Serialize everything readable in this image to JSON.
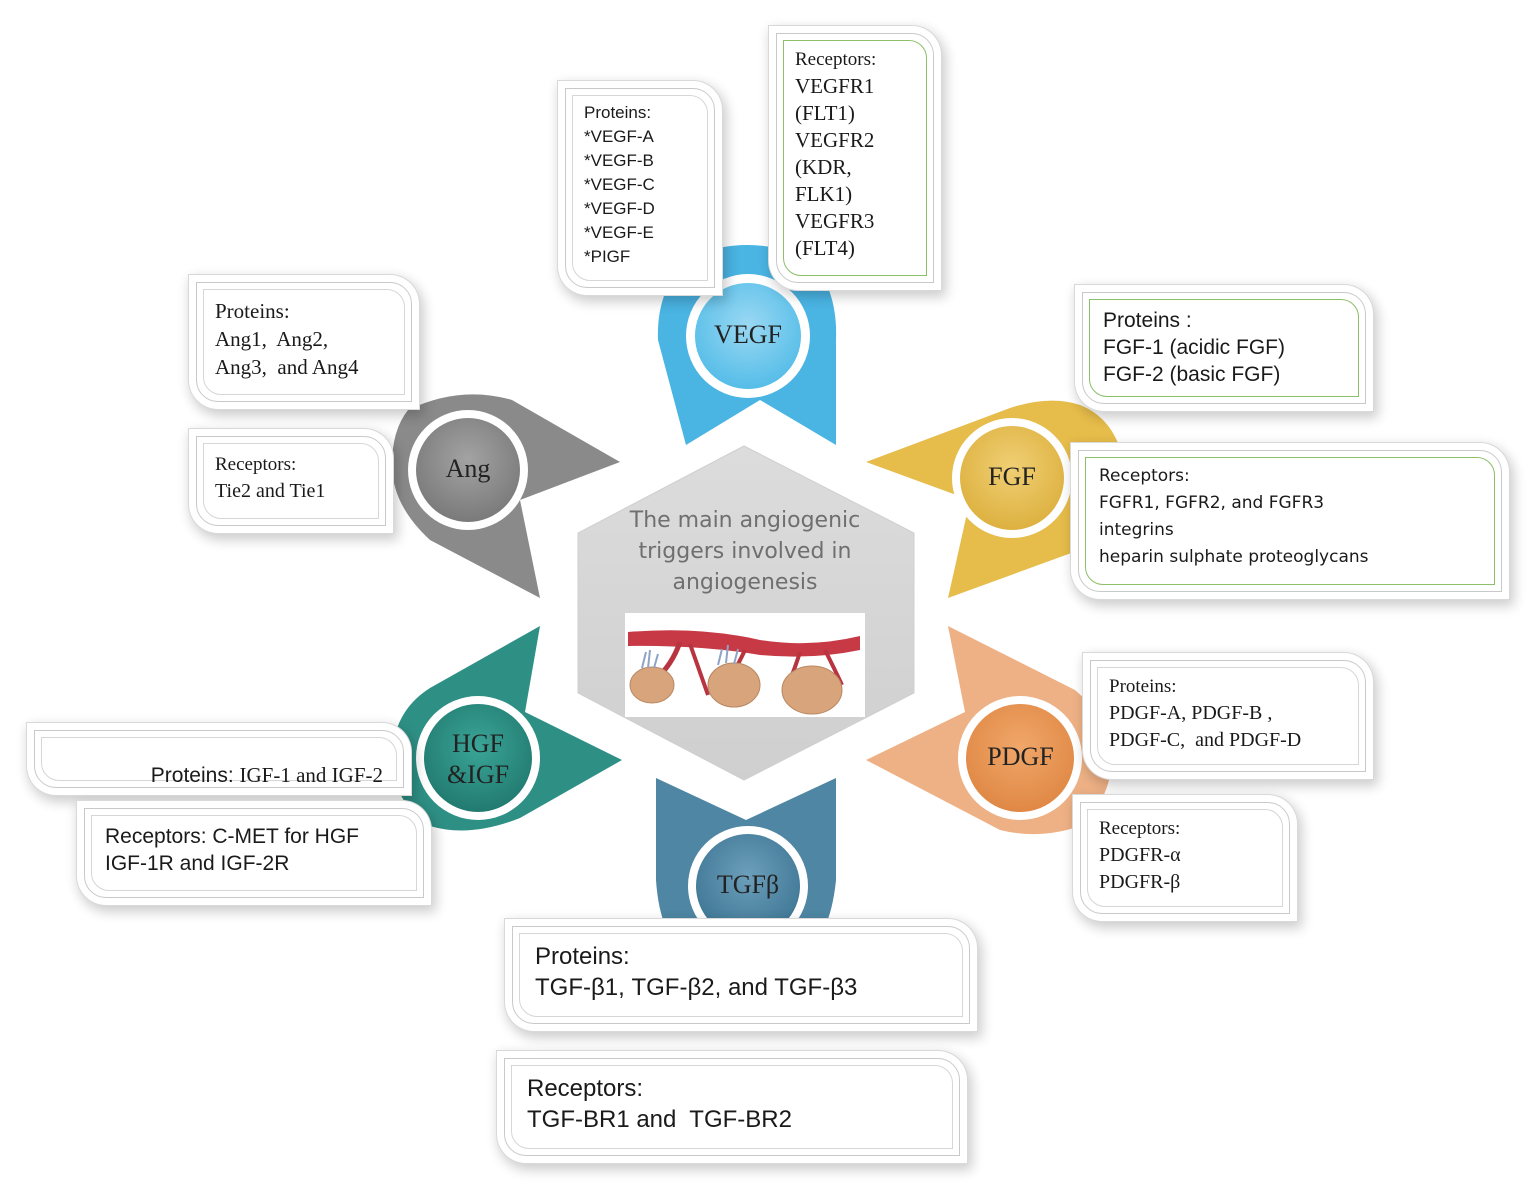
{
  "center": {
    "title_lines": [
      "The main angiogenic",
      "triggers involved in",
      "angiogenesis"
    ]
  },
  "nodes": {
    "vegf": {
      "label": "VEGF",
      "color": "#4ab4e3"
    },
    "ang": {
      "label": "Ang",
      "color": "#8a8a8a"
    },
    "fgf": {
      "label": "FGF",
      "color": "#e6bc4a"
    },
    "hgf": {
      "label_lines": [
        "HGF",
        "&IGF"
      ],
      "color": "#2e9085"
    },
    "pdgf": {
      "label": "PDGF",
      "color": "#e8975a"
    },
    "tgfb": {
      "label": "TGFβ",
      "color": "#4e86a3"
    }
  },
  "boxes": {
    "vegf_proteins": [
      "Proteins:",
      "*VEGF-A",
      "*VEGF-B",
      "*VEGF-C",
      "*VEGF-D",
      "*VEGF-E",
      "*PIGF"
    ],
    "vegf_receptors": [
      "Receptors:",
      "VEGFR1",
      "(FLT1)",
      "VEGFR2",
      "(KDR,",
      "FLK1)",
      "VEGFR3",
      "(FLT4)"
    ],
    "ang_proteins": [
      "Proteins:",
      "Ang1,  Ang2,",
      "Ang3,  and Ang4"
    ],
    "ang_receptors": [
      "Receptors:",
      "Tie2 and Tie1"
    ],
    "fgf_proteins": [
      "Proteins :",
      "FGF-1 (acidic FGF)",
      "FGF-2 (basic FGF)"
    ],
    "fgf_receptors": [
      "Receptors:",
      "FGFR1, FGFR2, and FGFR3",
      "integrins",
      "heparin sulphate proteoglycans"
    ],
    "hgf_proteins": {
      "prefix": "Proteins: ",
      "rest": "IGF-1 and IGF-2"
    },
    "hgf_receptors": [
      "Receptors: C-MET for HGF",
      "IGF-1R and IGF-2R"
    ],
    "pdgf_proteins": [
      "Proteins:",
      "PDGF-A, PDGF-B ,",
      "PDGF-C,  and PDGF-D"
    ],
    "pdgf_receptors": [
      "Receptors:",
      "PDGFR-α",
      "PDGFR-β"
    ],
    "tgfb_proteins": [
      "Proteins:",
      "TGF-β1, TGF-β2, and TGF-β3"
    ],
    "tgfb_receptors": [
      "Receptors:",
      "TGF-BR1 and  TGF-BR2"
    ]
  }
}
